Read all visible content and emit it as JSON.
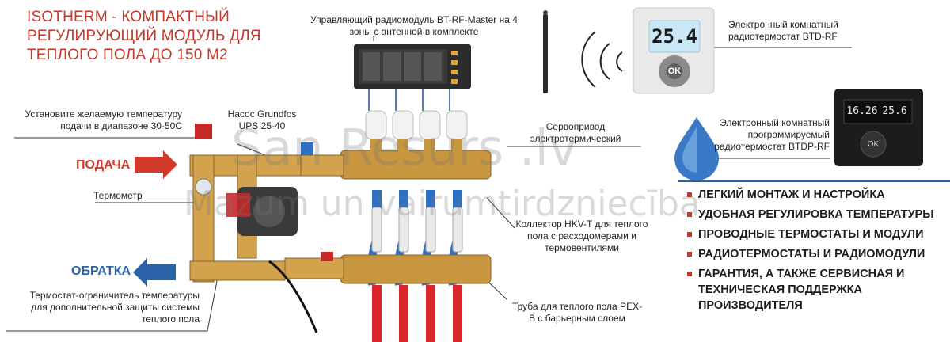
{
  "title": "ISOTHERM - КОМПАКТНЫЙ РЕГУЛИРУЮЩИЙ МОДУЛЬ ДЛЯ ТЕПЛОГО ПОЛА ДО 150 М2",
  "labels": {
    "radiomodule": "Управляющий радиомодуль BT-RF-Master на 4 зоны с антенной в комплекте",
    "btd_rf": "Электронный комнатный радиотермостат BTD-RF",
    "btdp_rf": "Электронный комнатный программируемый радиотермостат BTDP-RF",
    "set_temp": "Установите желаемую температуру подачи в диапазоне 30-50С",
    "pump": "Насос Grundfos UPS 25-40",
    "servo": "Сервопривод электротермический",
    "podacha": "ПОДАЧА",
    "thermometer": "Термометр",
    "collector": "Коллектор HKV-T для теплого пола с расходомерами и термовентилями",
    "obratka": "ОБРАТКА",
    "limiter": "Термостат-ограничитель температуры для дополнительной защиты системы теплого пола",
    "pipe": "Труба для теплого пола PEX-B с барьерным слоем"
  },
  "display": {
    "btd_value": "25.4",
    "btdp_value_left": "16.26",
    "btdp_value_right": "25.6",
    "ok": "OK"
  },
  "features": [
    "ЛЕГКИЙ МОНТАЖ И НАСТРОЙКА",
    "УДОБНАЯ РЕГУЛИРОВКА ТЕМПЕРАТУРЫ",
    "ПРОВОДНЫЕ ТЕРМОСТАТЫ И МОДУЛИ",
    "РАДИОТЕРМОСТАТЫ И РАДИОМОДУЛИ",
    "ГАРАНТИЯ, А ТАКЖЕ СЕРВИСНАЯ И ТЕХНИЧЕСКАЯ ПОДДЕРЖКА ПРОИЗВОДИТЕЛЯ"
  ],
  "watermark": {
    "line1": "San Resurs .lv",
    "line2": "Mazum un vairumtirdzniecība"
  },
  "colors": {
    "accent": "#c0392b",
    "supply": "#d33a2c",
    "return": "#2a62a8",
    "brass": "#c8963e",
    "pipe_red": "#d8262d",
    "pipe_blue": "#2f6fc4"
  }
}
